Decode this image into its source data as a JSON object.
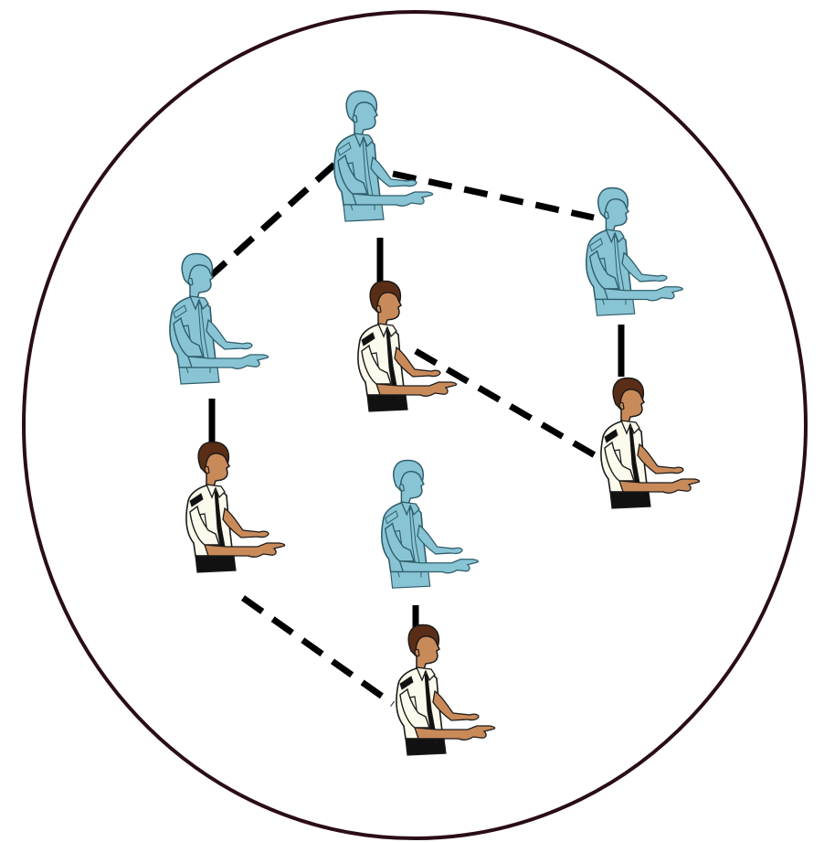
{
  "diagram": {
    "colors": {
      "boundary": "#2a0d16",
      "connector": "#000000",
      "ghost_skin": "#88c4d4",
      "ghost_uniform": "#88c4d4",
      "ghost_line": "#2f5d6b",
      "person_skin": "#c98a5a",
      "person_hair": "#5a2e16",
      "person_shirt": "#fbfaec",
      "person_dark": "#111111",
      "background": "#ffffff"
    },
    "figures": [
      {
        "id": "ghost-top",
        "kind": "ghost",
        "icon": "ghost-officer-icon"
      },
      {
        "id": "ghost-left",
        "kind": "ghost",
        "icon": "ghost-officer-icon"
      },
      {
        "id": "ghost-right",
        "kind": "ghost",
        "icon": "ghost-officer-icon"
      },
      {
        "id": "ghost-center",
        "kind": "ghost",
        "icon": "ghost-officer-icon"
      },
      {
        "id": "person-center",
        "kind": "person",
        "icon": "officer-icon"
      },
      {
        "id": "person-left",
        "kind": "person",
        "icon": "officer-icon"
      },
      {
        "id": "person-right",
        "kind": "person",
        "icon": "officer-icon"
      },
      {
        "id": "person-bottom",
        "kind": "person",
        "icon": "officer-icon"
      }
    ],
    "links": [
      {
        "from": "ghost-top",
        "to": "person-center",
        "style": "solid"
      },
      {
        "from": "ghost-left",
        "to": "person-left",
        "style": "solid"
      },
      {
        "from": "ghost-right",
        "to": "person-right",
        "style": "solid"
      },
      {
        "from": "ghost-center",
        "to": "person-bottom",
        "style": "solid"
      },
      {
        "from": "ghost-top",
        "to": "ghost-left",
        "style": "dashed"
      },
      {
        "from": "ghost-top",
        "to": "ghost-right",
        "style": "dashed"
      },
      {
        "from": "person-center",
        "to": "person-right",
        "style": "dashed"
      },
      {
        "from": "person-left",
        "to": "person-bottom",
        "style": "dashed"
      }
    ]
  }
}
